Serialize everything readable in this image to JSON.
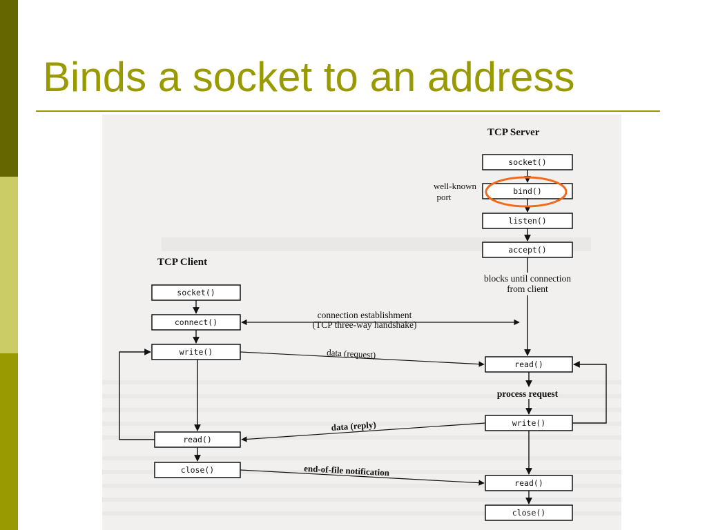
{
  "slide": {
    "title": "Binds a socket to an address"
  },
  "diagram": {
    "server_heading": "TCP Server",
    "client_heading": "TCP Client",
    "server_calls": [
      "socket()",
      "bind()",
      "listen()",
      "accept()",
      "read()",
      "write()",
      "read()",
      "close()"
    ],
    "client_calls": [
      "socket()",
      "connect()",
      "write()",
      "read()",
      "close()"
    ],
    "well_known_port_line1": "well-known",
    "well_known_port_line2": "port",
    "blocks_line1": "blocks until connection",
    "blocks_line2": "from client",
    "conn_line1": "connection establishment",
    "conn_line2": "(TCP three-way handshake)",
    "data_request": "data (request)",
    "process_request": "process request",
    "data_reply": "data (reply)",
    "eof_notification": "end-of-file notification",
    "highlight_color": "#f26a1b"
  }
}
